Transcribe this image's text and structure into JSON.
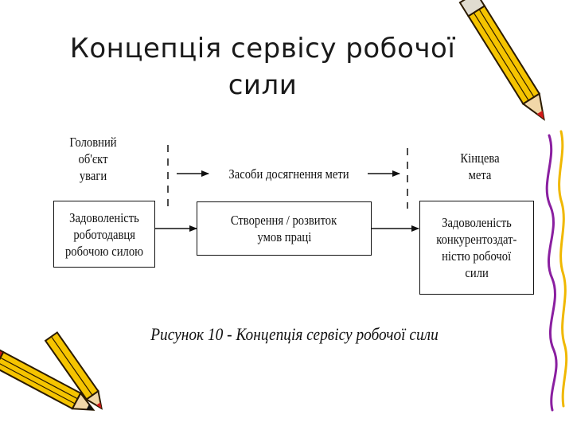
{
  "title": {
    "line1": "Концепція сервісу робочої",
    "line2": "сили"
  },
  "diagram": {
    "top_left_label": [
      "Головний",
      "об'єкт",
      "уваги"
    ],
    "top_middle_label": "Засоби досягнення мети",
    "top_right_label": [
      "Кінцева",
      "мета"
    ],
    "box_left": [
      "Задоволеність",
      "роботодавця",
      "робочою силою"
    ],
    "box_middle": [
      "Створення / розвиток",
      "умов праці"
    ],
    "box_right": [
      "Задоволеність",
      "конкурентоздат-",
      "ністю робочої",
      "сили"
    ]
  },
  "caption": "Рисунок 10 - Концепція сервісу робочої сили",
  "decorations": {
    "pencil_color": "#f5c400",
    "pencil_tip_color": "#d11a1a",
    "border_doodle_color": "#8a1fa0"
  }
}
